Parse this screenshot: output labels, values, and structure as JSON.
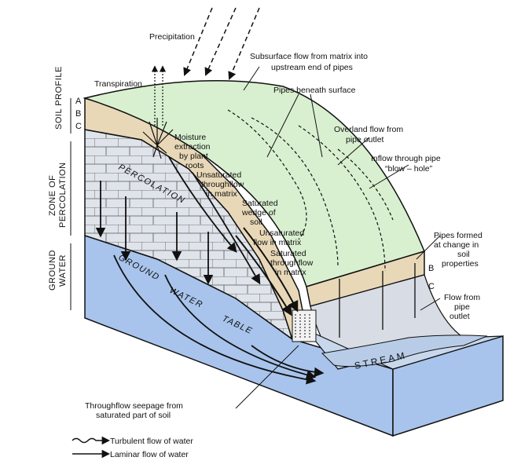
{
  "labels": {
    "precipitation": "Precipitation",
    "transpiration": "Transpiration",
    "subsurface_flow_1": "Subsurface flow from matrix into",
    "subsurface_flow_2": "upstream end of pipes",
    "pipes_beneath": "Pipes beneath surface",
    "overland_1": "Overland flow from",
    "overland_2": "pipe outlet",
    "inflow_1": "Inflow through pipe",
    "inflow_2": "“blow – hole”",
    "moisture_1": "Moisture",
    "moisture_2": "extraction",
    "moisture_3": "by plant",
    "moisture_4": "roots",
    "unsat_through_1": "Unsaturated",
    "unsat_through_2": "throughflow",
    "unsat_through_3": "in matrix",
    "sat_wedge_1": "Saturated",
    "sat_wedge_2": "wedge of",
    "sat_wedge_3": "soil",
    "unsat_flow_1": "Unsaturated",
    "unsat_flow_2": "flow in matrix",
    "sat_through_1": "Saturated",
    "sat_through_2": "throughflow",
    "sat_through_3": "in matrix",
    "pipes_formed_1": "Pipes formed",
    "pipes_formed_2": "at change in",
    "pipes_formed_3": "soil",
    "pipes_formed_4": "properties",
    "flow_pipe_1": "Flow from",
    "flow_pipe_2": "pipe",
    "flow_pipe_3": "outlet",
    "percolation": "PERCOLATION",
    "ground": "GROUND",
    "water": "WATER",
    "table": "TABLE",
    "stream": "STREAM",
    "seepage_1": "Throughflow seepage from",
    "seepage_2": "saturated part of soil",
    "soil_profile": "SOIL PROFILE",
    "zone_1": "ZONE OF",
    "zone_2": "PERCOLATION",
    "gw_1": "GROUND",
    "gw_2": "WATER",
    "horizon_a": "A",
    "horizon_b": "B",
    "horizon_c": "C",
    "right_b": "B",
    "right_c": "C"
  },
  "legend": {
    "turbulent": "Turbulent flow of water",
    "laminar": "Laminar flow of water"
  },
  "colors": {
    "surface": "#d8f0d0",
    "soil_band": "#e8d8b8",
    "rock": "#d8dce4",
    "ground_water": "#a8c4ec",
    "stream_water": "#c8d8ec",
    "line": "#111111"
  }
}
